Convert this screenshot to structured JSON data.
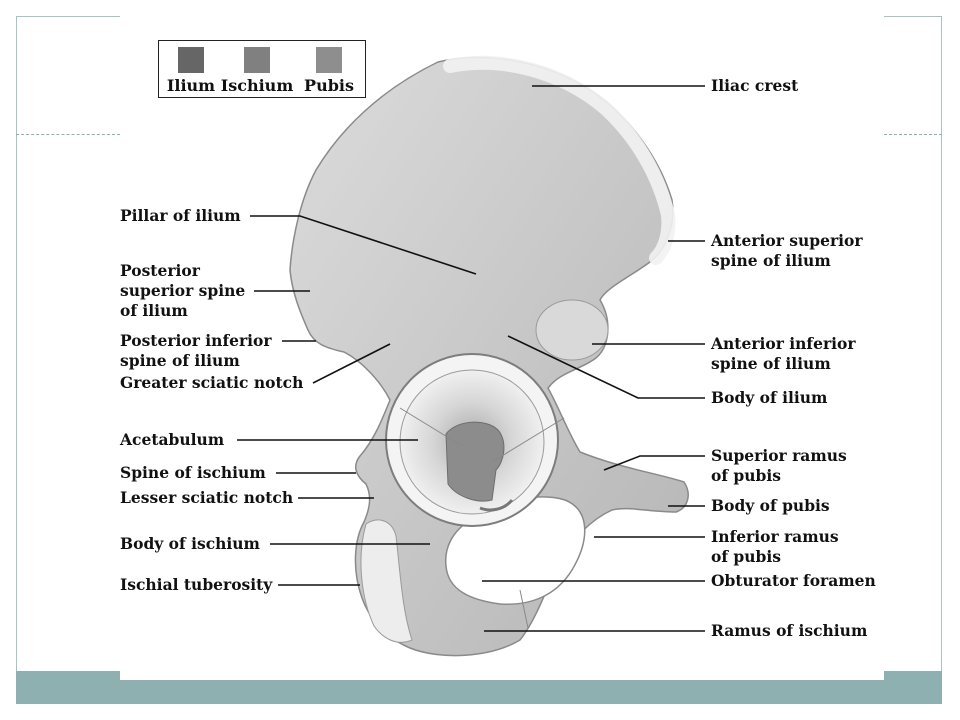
{
  "legend": [
    {
      "label": "Ilium",
      "color": "#666666"
    },
    {
      "label": "Ischium",
      "color": "#808080"
    },
    {
      "label": "Pubis",
      "color": "#8e8e8e"
    }
  ],
  "labels_left": {
    "pillar_of_ilium": [
      "Pillar of ilium"
    ],
    "posterior_superior_spine": [
      "Posterior",
      "superior spine",
      "of ilium"
    ],
    "posterior_inferior_spine": [
      "Posterior inferior",
      "spine of ilium"
    ],
    "greater_sciatic_notch": [
      "Greater sciatic notch"
    ],
    "acetabulum": [
      "Acetabulum"
    ],
    "spine_of_ischium": [
      "Spine of ischium"
    ],
    "lesser_sciatic_notch": [
      "Lesser sciatic notch"
    ],
    "body_of_ischium": [
      "Body of ischium"
    ],
    "ischial_tuberosity": [
      "Ischial tuberosity"
    ]
  },
  "labels_right": {
    "iliac_crest": [
      "Iliac crest"
    ],
    "anterior_superior_spine": [
      "Anterior superior",
      "spine of ilium"
    ],
    "anterior_inferior_spine": [
      "Anterior inferior",
      "spine of ilium"
    ],
    "body_of_ilium": [
      "Body of ilium"
    ],
    "superior_ramus_of_pubis": [
      "Superior ramus",
      "of pubis"
    ],
    "body_of_pubis": [
      "Body of pubis"
    ],
    "inferior_ramus_of_pubis": [
      "Inferior ramus",
      "of pubis"
    ],
    "obturator_foramen": [
      "Obturator foramen"
    ],
    "ramus_of_ischium": [
      "Ramus of ischium"
    ]
  },
  "colors": {
    "frame": "#a9c3c3",
    "footer_bar": "#8fb0b0",
    "bone_light": "#e4e4e4",
    "bone_mid": "#c9c9c9",
    "bone_dark": "#9a9a9a",
    "leader_line": "#111111"
  }
}
